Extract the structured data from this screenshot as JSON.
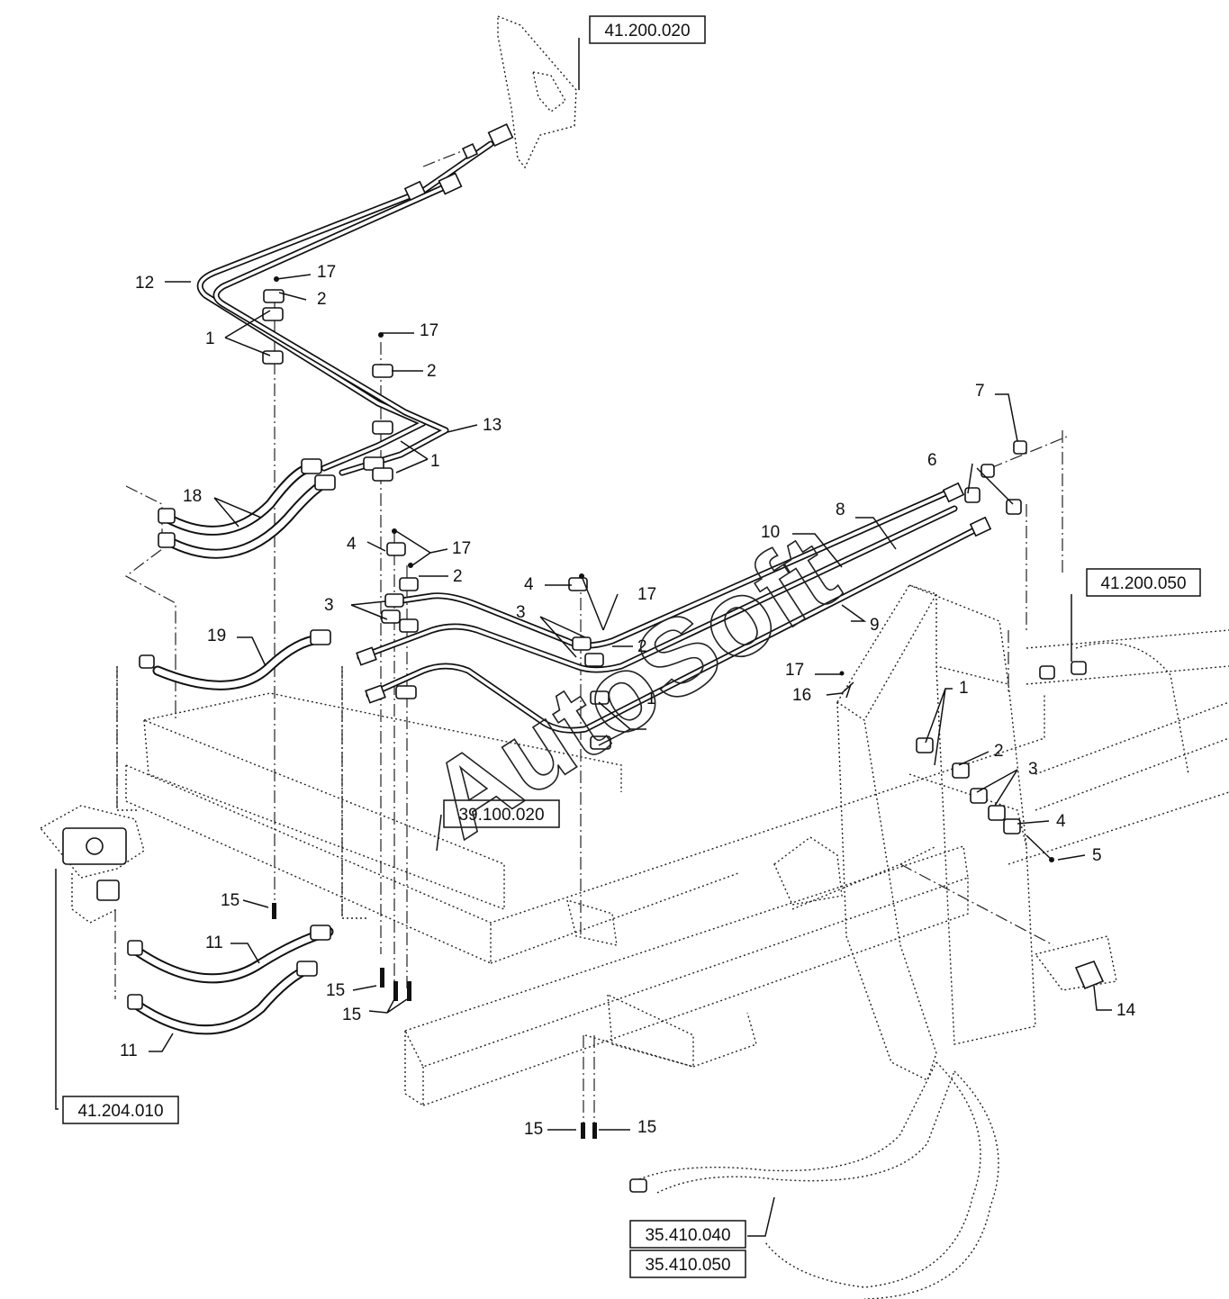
{
  "watermark": "AutoSoft",
  "reference_boxes": [
    {
      "id": "ref-41-200-020",
      "text": "41.200.020"
    },
    {
      "id": "ref-41-200-050",
      "text": "41.200.050"
    },
    {
      "id": "ref-39-100-020",
      "text": "39.100.020"
    },
    {
      "id": "ref-41-204-010",
      "text": "41.204.010"
    },
    {
      "id": "ref-35-410-040",
      "text": "35.410.040"
    },
    {
      "id": "ref-35-410-050",
      "text": "35.410.050"
    }
  ],
  "callouts": {
    "c12": "12",
    "c17a": "17",
    "c2a": "2",
    "c1a": "1",
    "c17b": "17",
    "c2b": "2",
    "c13": "13",
    "c1b": "1",
    "c18": "18",
    "c4a": "4",
    "c17c": "17",
    "c2c": "2",
    "c3a": "3",
    "c19": "19",
    "c4b": "4",
    "c17d": "17",
    "c3b": "3",
    "c2d": "2",
    "c1c": "1",
    "c10": "10",
    "c8": "8",
    "c9": "9",
    "c6": "6",
    "c7": "7",
    "c17e": "17",
    "c16": "16",
    "c1d": "1",
    "c2e": "2",
    "c3c": "3",
    "c4c": "4",
    "c5": "5",
    "c14": "14",
    "c15a": "15",
    "c11a": "11",
    "c11b": "11",
    "c15b": "15",
    "c15c": "15",
    "c15d": "15",
    "c15e": "15"
  }
}
